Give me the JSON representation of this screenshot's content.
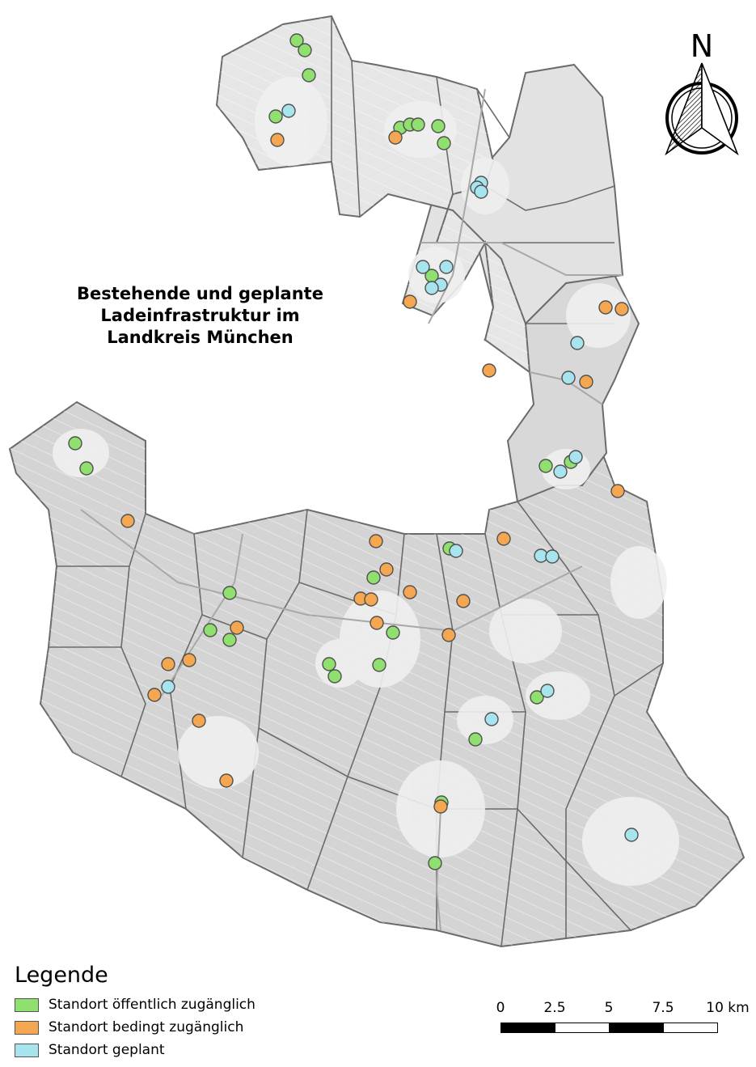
{
  "map": {
    "title_lines": [
      "Bestehende und geplante",
      "Ladeinfrastruktur im",
      "Landkreis München"
    ],
    "north_label": "N",
    "colors": {
      "region_fill": "#d4d4d4",
      "region_stroke": "#6b6b6b",
      "light_area": "#efefef",
      "public": "#90e070",
      "conditional": "#f4a650",
      "planned": "#a8e4ee"
    },
    "legend": {
      "title": "Legende",
      "items": [
        {
          "label": "Standort öffentlich zugänglich",
          "color": "#90e070"
        },
        {
          "label": "Standort bedingt zugänglich",
          "color": "#f4a650"
        },
        {
          "label": "Standort geplant",
          "color": "#a8e4ee"
        }
      ]
    },
    "scale": {
      "labels": [
        "0",
        "2.5",
        "5",
        "7.5",
        "10 km"
      ]
    }
  }
}
